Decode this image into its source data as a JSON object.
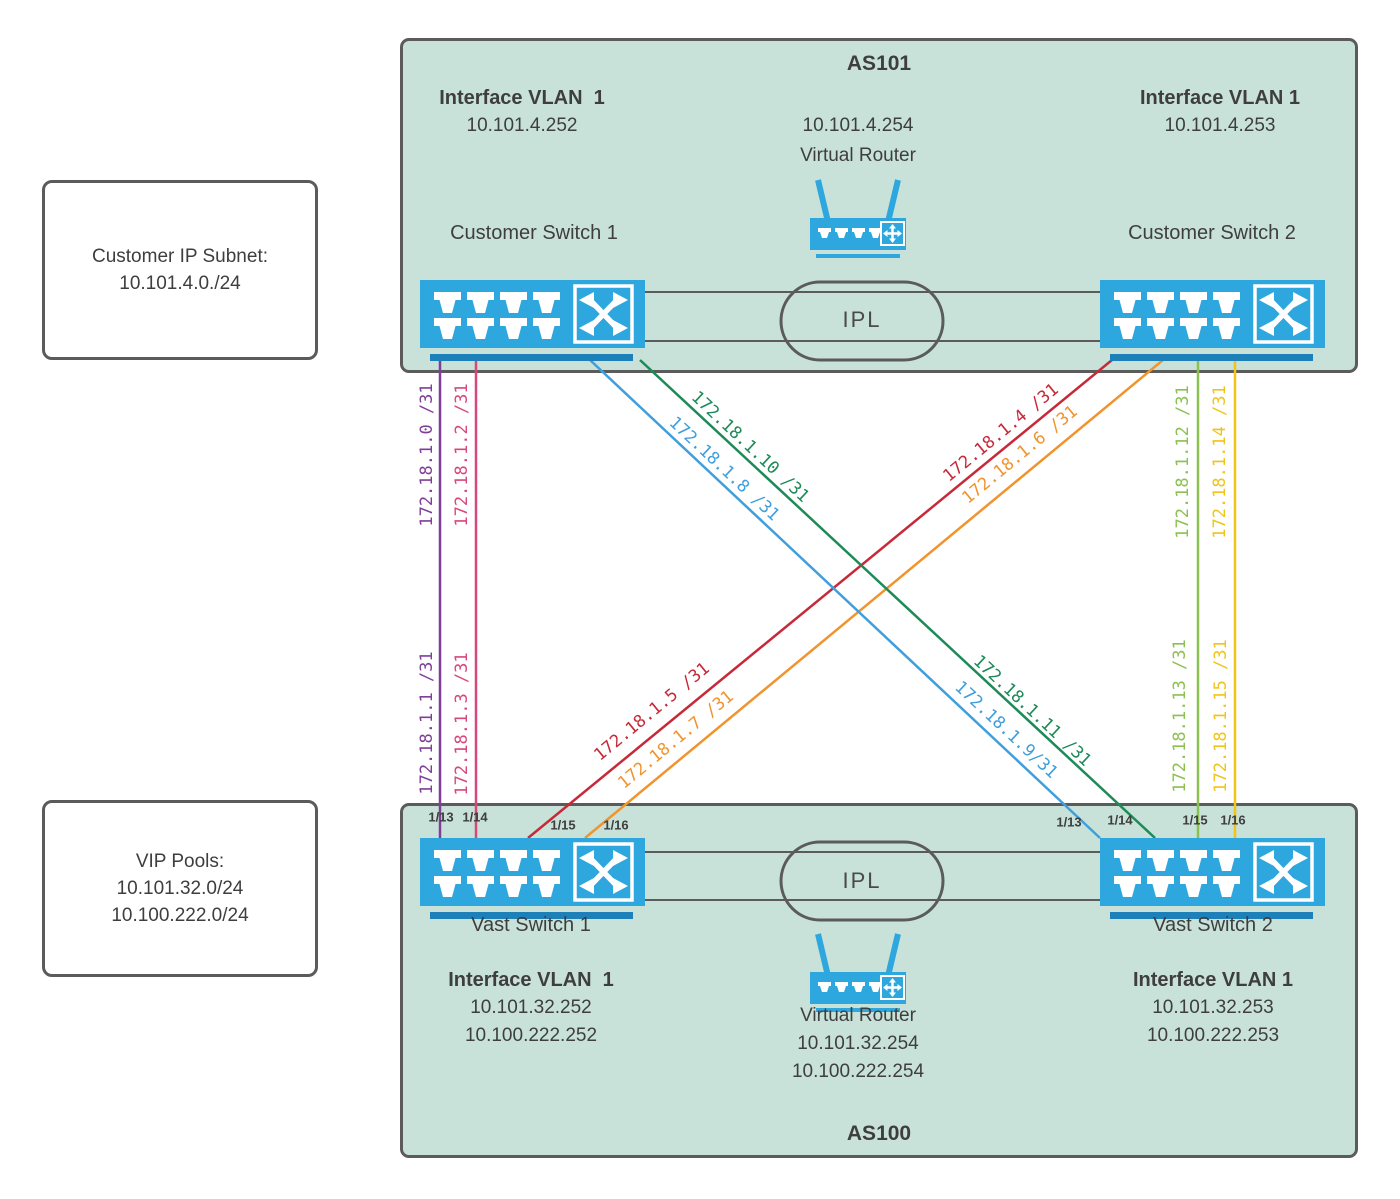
{
  "as101": {
    "title": "AS101",
    "interface_left_label": "Interface VLAN  1",
    "interface_left_ip": "10.101.4.252",
    "interface_right_label": "Interface VLAN 1",
    "interface_right_ip": "10.101.4.253",
    "router_ip": "10.101.4.254",
    "router_label": "Virtual Router",
    "switch1_label": "Customer Switch 1",
    "switch2_label": "Customer Switch 2",
    "ipl_label": "IPL"
  },
  "as100": {
    "title": "AS100",
    "switch1_label": "Vast Switch 1",
    "switch2_label": "Vast Switch 2",
    "interface_left_label": "Interface VLAN  1",
    "interface_left_ip1": "10.101.32.252",
    "interface_left_ip2": "10.100.222.252",
    "interface_right_label": "Interface VLAN 1",
    "interface_right_ip1": "10.101.32.253",
    "interface_right_ip2": "10.100.222.253",
    "router_label": "Virtual Router",
    "router_ip1": "10.101.32.254",
    "router_ip2": "10.100.222.254",
    "ipl_label": "IPL",
    "switch1_ports": [
      "1/13",
      "1/14",
      "1/15",
      "1/16"
    ],
    "switch2_ports": [
      "1/13",
      "1/14",
      "1/15",
      "1/16"
    ]
  },
  "notes": {
    "customer_subnet": [
      "Customer IP Subnet:",
      "10.101.4.0./24"
    ],
    "vip_pools": [
      "VIP Pools:",
      "10.101.32.0/24",
      "10.100.222.0/24"
    ]
  },
  "links": [
    {
      "name": "purple-link",
      "color": "#7f3f98",
      "top_label": "172.18.1.0 /31",
      "bottom_label": "172.18.1.1 /31"
    },
    {
      "name": "pink-link",
      "color": "#d8487c",
      "top_label": "172.18.1.2 /31",
      "bottom_label": "172.18.1.3 /31"
    },
    {
      "name": "red-link",
      "color": "#c62a39",
      "top_label": "172.18.1.4 /31",
      "bottom_label": "172.18.1.5 /31"
    },
    {
      "name": "orange-link",
      "color": "#f0942e",
      "top_label": "172.18.1.6 /31",
      "bottom_label": "172.18.1.7 /31"
    },
    {
      "name": "blue-link",
      "color": "#3f9fdc",
      "top_label": "172.18.1.8 /31",
      "bottom_label": "172.18.1.9/31"
    },
    {
      "name": "green-link",
      "color": "#1d8a58",
      "top_label": "172.18.1.10 /31",
      "bottom_label": "172.18.1.11 /31"
    },
    {
      "name": "light-green-link",
      "color": "#8cc152",
      "top_label": "172.18.1.12 /31",
      "bottom_label": "172.18.1.13 /31"
    },
    {
      "name": "yellow-link",
      "color": "#f0c419",
      "top_label": "172.18.1.14 /31",
      "bottom_label": "172.18.1.15 /31"
    }
  ],
  "colors": {
    "as_box_fill": "#c8e2da",
    "box_border": "#5b5b5b",
    "device_blue": "#2ea7de",
    "device_bar_blue": "#1d80b8"
  }
}
